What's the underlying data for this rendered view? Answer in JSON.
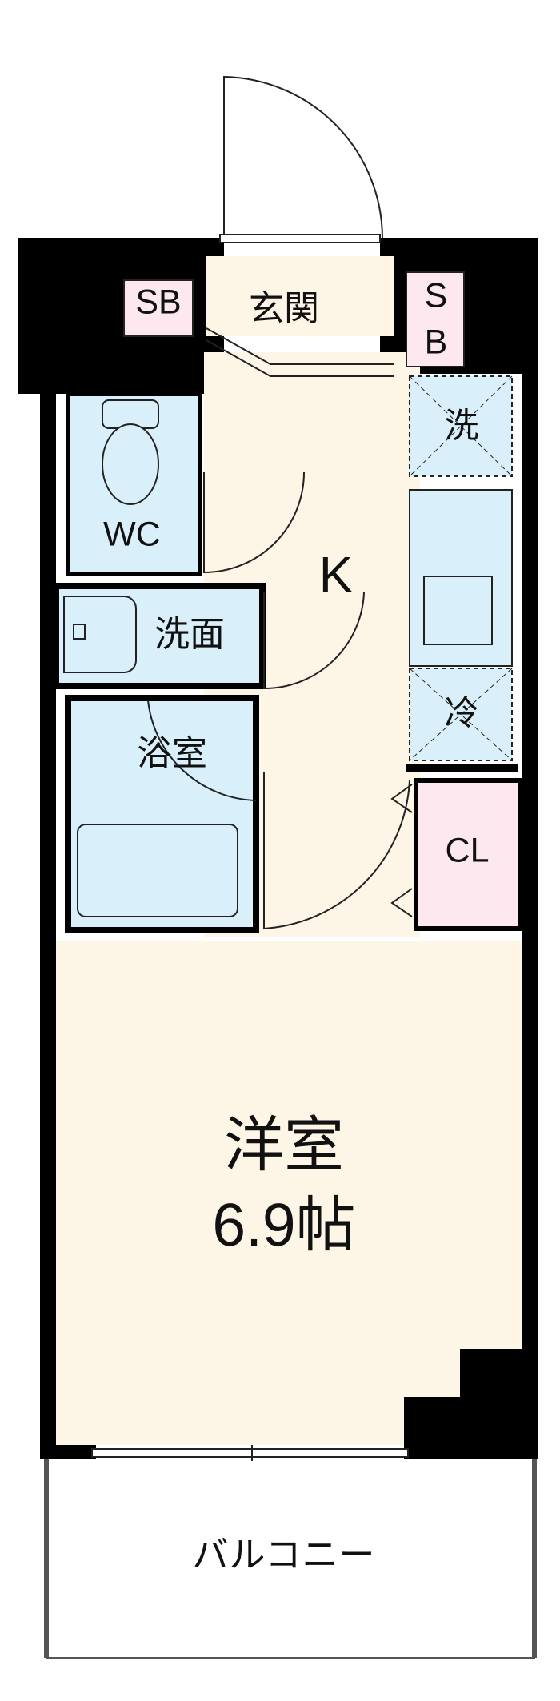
{
  "plan": {
    "colors": {
      "wall": "#000000",
      "main_floor": "#fdf5e6",
      "wet_floor": "#d9f0fb",
      "storage_floor": "#fde8f0",
      "balcony_floor": "#ffffff",
      "line": "#222222"
    },
    "rooms": {
      "entrance": "玄関",
      "shoebox_left": "SB",
      "shoebox_right_line1": "S",
      "shoebox_right_line2": "B",
      "toilet": "WC",
      "washroom": "洗面",
      "bathroom": "浴室",
      "kitchen": "K",
      "laundry": "洗",
      "fridge": "冷",
      "closet": "CL",
      "western_room": "洋室",
      "western_room_size": "6.9帖",
      "balcony": "バルコニー"
    }
  }
}
